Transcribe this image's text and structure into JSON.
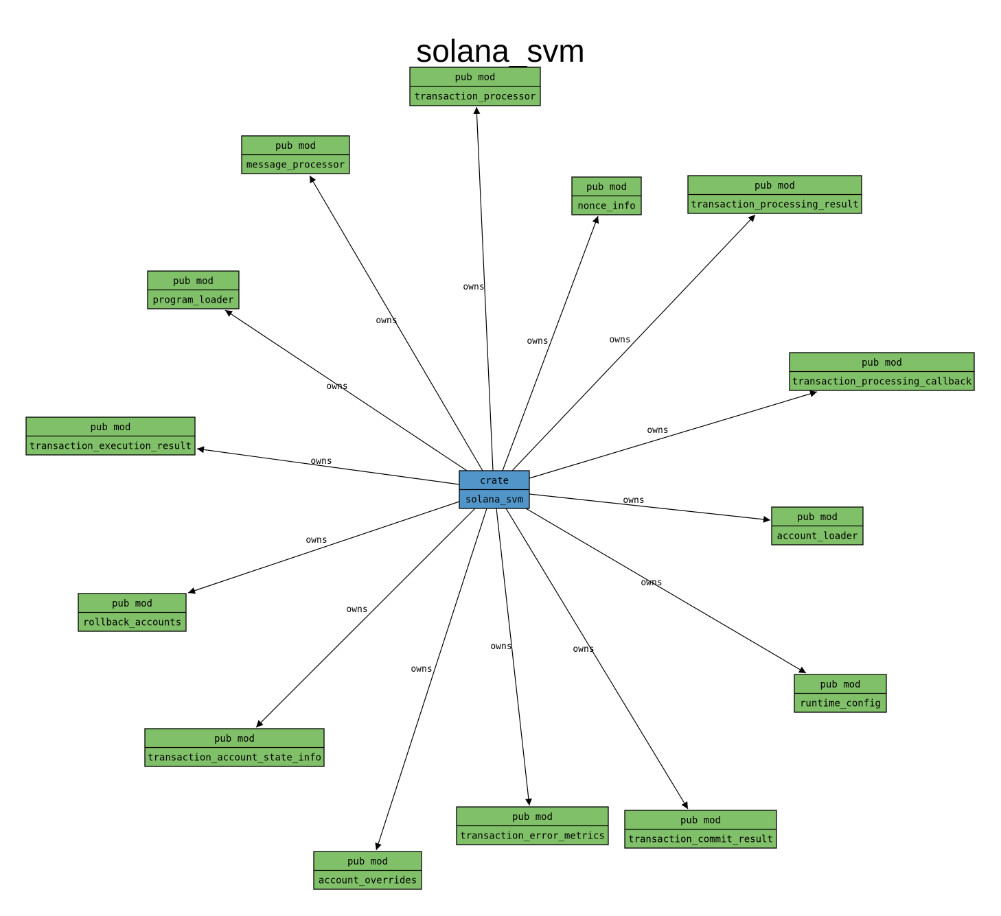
{
  "title": "solana_svm",
  "colors": {
    "crate": "#5296c9",
    "module": "#80c068",
    "stroke": "#000000"
  },
  "root": {
    "kind": "crate",
    "name": "solana_svm"
  },
  "edge_label": "owns",
  "modules": [
    {
      "kind": "pub mod",
      "name": "transaction_processor"
    },
    {
      "kind": "pub mod",
      "name": "message_processor"
    },
    {
      "kind": "pub mod",
      "name": "nonce_info"
    },
    {
      "kind": "pub mod",
      "name": "transaction_processing_result"
    },
    {
      "kind": "pub mod",
      "name": "program_loader"
    },
    {
      "kind": "pub mod",
      "name": "transaction_processing_callback"
    },
    {
      "kind": "pub mod",
      "name": "transaction_execution_result"
    },
    {
      "kind": "pub mod",
      "name": "account_loader"
    },
    {
      "kind": "pub mod",
      "name": "rollback_accounts"
    },
    {
      "kind": "pub mod",
      "name": "runtime_config"
    },
    {
      "kind": "pub mod",
      "name": "transaction_account_state_info"
    },
    {
      "kind": "pub mod",
      "name": "transaction_error_metrics"
    },
    {
      "kind": "pub mod",
      "name": "transaction_commit_result"
    },
    {
      "kind": "pub mod",
      "name": "account_overrides"
    }
  ]
}
